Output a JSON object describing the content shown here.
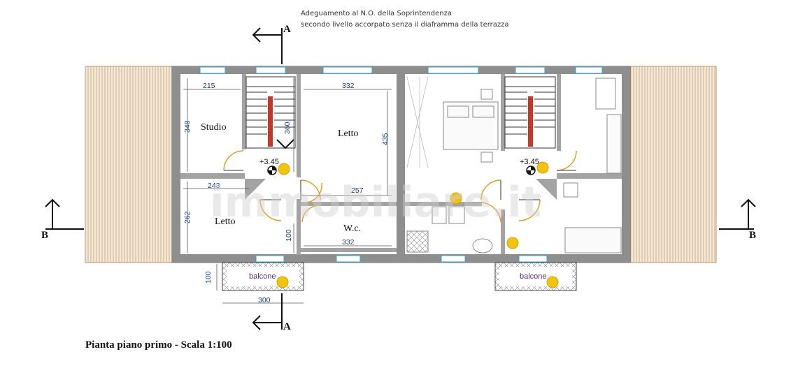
{
  "notes": {
    "line1": "Adeguamento al N.O. della Soprintendenza",
    "line2": "secondo livello accorpato senza il diaframma della terrazza"
  },
  "sections": {
    "a_top": "A",
    "a_bottom": "A",
    "b_left": "B",
    "b_right": "B"
  },
  "rooms": {
    "studio": "Studio",
    "letto_center": "Letto",
    "letto_left": "Letto",
    "wc": "W.c.",
    "balcone_left": "balcone",
    "balcone_right": "balcone"
  },
  "levels": {
    "left": "+3.45",
    "right": "+3.45"
  },
  "dimensions": {
    "d215": "215",
    "d332_top": "332",
    "d348": "348",
    "d360": "360",
    "d435": "435",
    "d243": "243",
    "d257": "257",
    "d262": "262",
    "d100_inner": "100",
    "d332_bottom": "332",
    "d100_balcony": "100",
    "d300": "300"
  },
  "watermark": "immobiliare.it",
  "caption": "Pianta piano primo - Scala 1:100",
  "colors": {
    "wall": "#8e8e8e",
    "wall_inner": "#a3a3a3",
    "window": "#66ccdd",
    "terrace": "#d8c2a4",
    "stair": "#c0392b",
    "marker": "#f1c40f"
  }
}
